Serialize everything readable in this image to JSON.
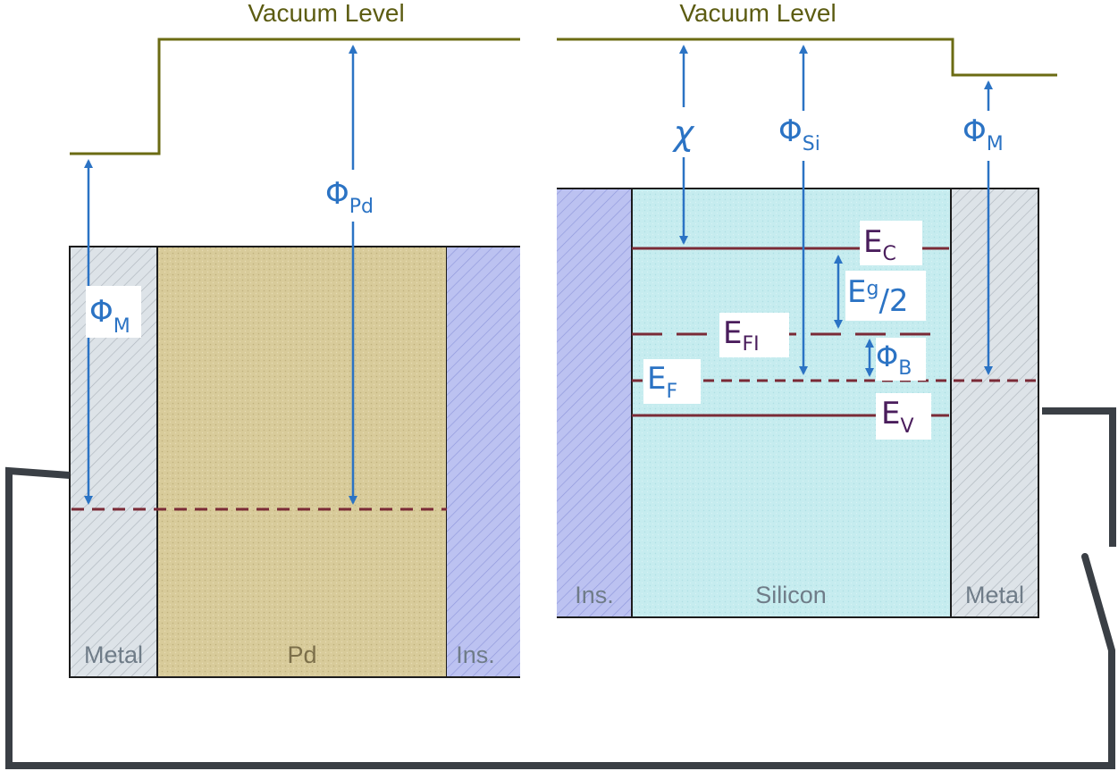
{
  "vacuum_level": {
    "left_label": "Vacuum Level",
    "right_label": "Vacuum Level"
  },
  "left_structure": {
    "metal_label": "Metal",
    "pd_label": "Pd",
    "ins_label": "Ins.",
    "phi_m": {
      "symbol": "Φ",
      "sub": "M"
    },
    "phi_pd": {
      "symbol": "Φ",
      "sub": "Pd"
    }
  },
  "right_structure": {
    "ins_label": "Ins.",
    "silicon_label": "Silicon",
    "metal_label": "Metal",
    "chi": "χ",
    "phi_si": {
      "symbol": "Φ",
      "sub": "Si"
    },
    "phi_m": {
      "symbol": "Φ",
      "sub": "M"
    },
    "ec": {
      "symbol": "E",
      "sub": "C"
    },
    "eg_half": {
      "symbol": "E",
      "sub": "g",
      "suffix": "/2"
    },
    "efi": {
      "symbol": "E",
      "sub": "FI"
    },
    "phi_b": {
      "symbol": "Φ",
      "sub": "B"
    },
    "ef": {
      "symbol": "E",
      "sub": "F"
    },
    "ev": {
      "symbol": "E",
      "sub": "V"
    }
  },
  "colors": {
    "vacuum": "#6b6b13",
    "arrow": "#2b73c4",
    "band": "#7a2a36",
    "wire": "#3a3f45",
    "silicon_fill": "#c6ecef",
    "pd_fill": "#d8cb9a",
    "metal_fill": "#dde3e8",
    "ins_fill": "#b9bff0"
  }
}
